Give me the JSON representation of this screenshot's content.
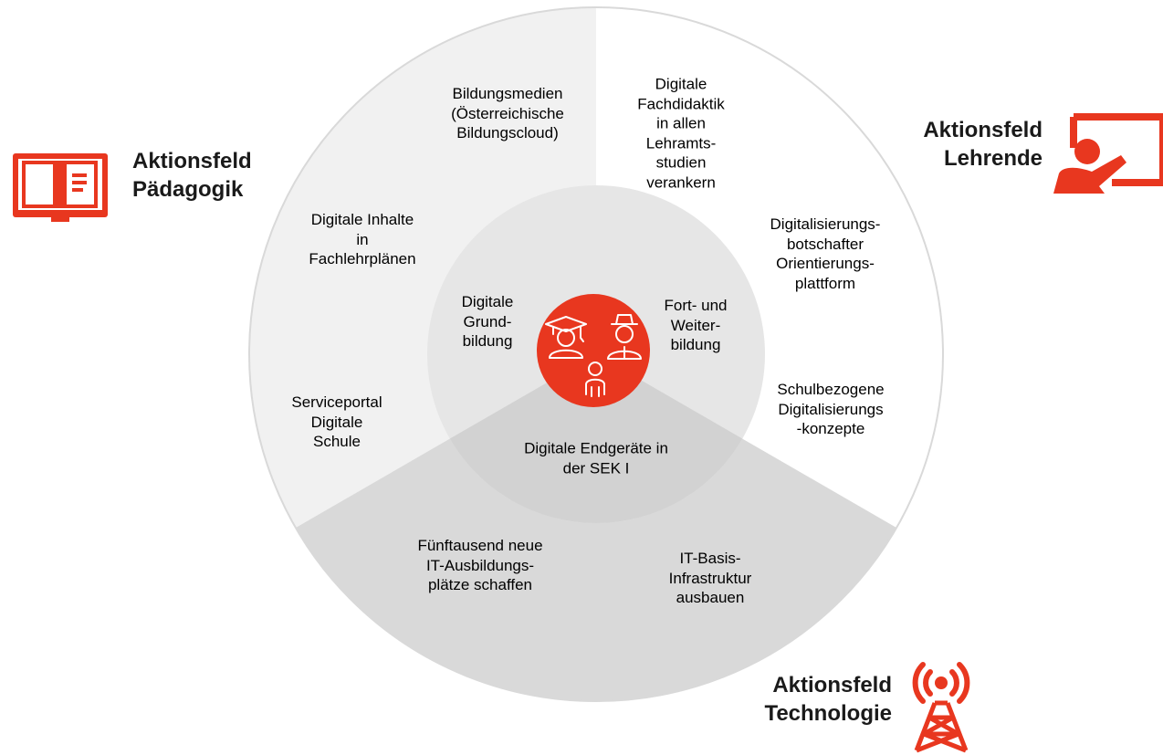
{
  "colors": {
    "accent": "#e8371f",
    "ring_left": "#f1f1f1",
    "ring_right": "#ffffff",
    "ring_bottom": "#d9d9d9",
    "inner_circle": "#e6e6e6",
    "inner_bottom": "#d2d2d2",
    "outline": "#d9d9d9"
  },
  "fields": {
    "paedagogik": {
      "label": "Aktionsfeld\nPädagogik",
      "icon": "book-icon"
    },
    "lehrende": {
      "label": "Aktionsfeld\nLehrende",
      "icon": "teacher-board-icon"
    },
    "technologie": {
      "label": "Aktionsfeld\nTechnologie",
      "icon": "radio-tower-icon"
    }
  },
  "center": {
    "icon": "people-group-icon"
  },
  "inner": {
    "left": "Digitale\nGrund-\nbildung",
    "right": "Fort- und\nWeiter-\nbildung",
    "bottom": "Digitale Endgeräte in\nder SEK I"
  },
  "outer": {
    "bildungsmedien": "Bildungsmedien\n(Österreichische\nBildungscloud)",
    "inhalte": "Digitale Inhalte\nin\nFachlehrplänen",
    "serviceportal": "Serviceportal\nDigitale\nSchule",
    "fachdidaktik": "Digitale\nFachdidaktik\nin allen\nLehramts-\nstudien\nverankern",
    "botschafter": "Digitalisierungs-\nbotschafter\nOrientierungs-\nplattform",
    "schulbezogen": "Schulbezogene\nDigitalisierungs\n-konzepte",
    "ausbildung": "Fünftausend neue\nIT-Ausbildungs-\nplätze schaffen",
    "infrastruktur": "IT-Basis-\nInfrastruktur\nausbauen"
  }
}
